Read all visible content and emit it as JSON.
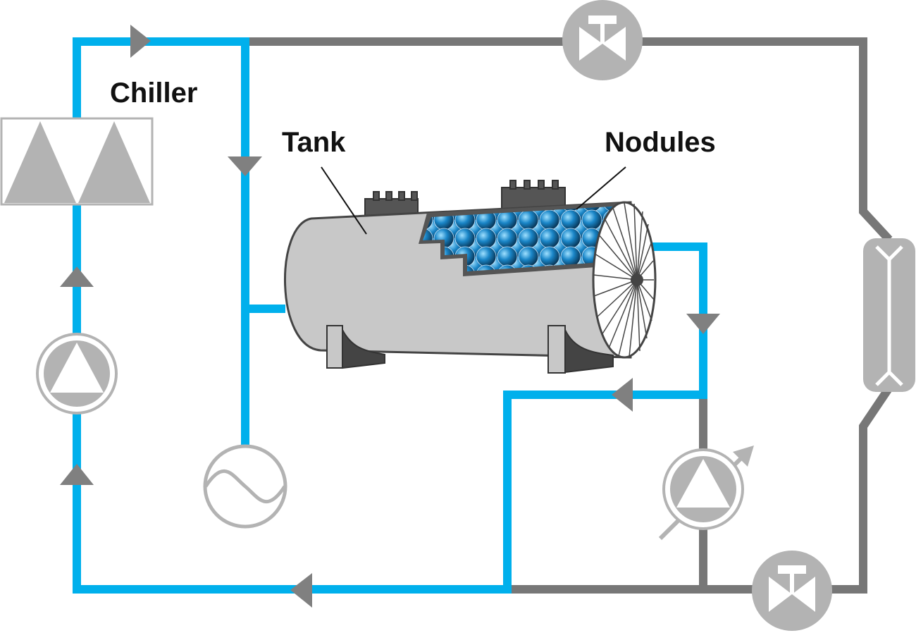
{
  "labels": {
    "chiller": "Chiller",
    "tank": "Tank",
    "nodules": "Nodules"
  },
  "colors": {
    "cold_pipe": "#00b0ec",
    "return_pipe": "#777777",
    "component_gray": "#b3b3b3",
    "tank_body": "#c8c8c8",
    "tank_outline": "#444444",
    "nodule_blue": "#1a86c8"
  },
  "icons": [
    "chiller-icon",
    "pump-icon",
    "heat-exchanger-icon",
    "valve-icon",
    "variable-speed-pump-icon",
    "flow-arrow-icon",
    "tank-icon",
    "heat-exchanger-plate-icon"
  ]
}
